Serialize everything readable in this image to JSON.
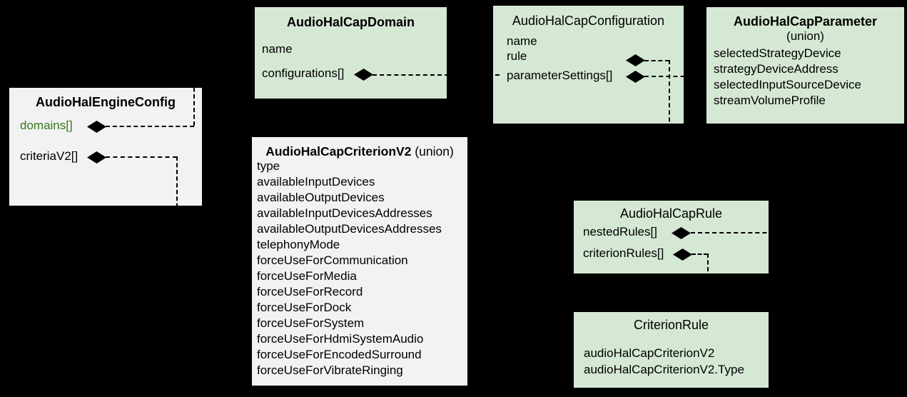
{
  "colors": {
    "background": "#000000",
    "green_box": "#d5e8d4",
    "gray_box": "#f2f2f2",
    "line": "#000000",
    "text": "#000000",
    "green_text": "#38761d"
  },
  "boxes": {
    "engine_config": {
      "title": "AudioHalEngineConfig",
      "fields": [
        "domains[]",
        "criteriaV2[]"
      ]
    },
    "domain": {
      "title": "AudioHalCapDomain",
      "fields": [
        "name",
        "configurations[]"
      ]
    },
    "configuration": {
      "title": "AudioHalCapConfiguration",
      "fields": [
        "name",
        "rule",
        "parameterSettings[]"
      ]
    },
    "parameter": {
      "title": "AudioHalCapParameter",
      "subtitle": "(union)",
      "fields": [
        "selectedStrategyDevice",
        "strategyDeviceAddress",
        "selectedInputSourceDevice",
        "streamVolumeProfile"
      ]
    },
    "criterion_v2": {
      "title": "AudioHalCapCriterionV2",
      "subtitle": "(union)",
      "fields": [
        "type",
        "availableInputDevices",
        "availableOutputDevices",
        "availableInputDevicesAddresses",
        "availableOutputDevicesAddresses",
        "telephonyMode",
        "forceUseForCommunication",
        "forceUseForMedia",
        "forceUseForRecord",
        "forceUseForDock",
        "forceUseForSystem",
        "forceUseForHdmiSystemAudio",
        "forceUseForEncodedSurround",
        "forceUseForVibrateRinging"
      ]
    },
    "rule": {
      "title": "AudioHalCapRule",
      "fields": [
        "nestedRules[]",
        "criterionRules[]"
      ]
    },
    "criterion_rule": {
      "title": "CriterionRule",
      "fields": [
        "audioHalCapCriterionV2",
        "audioHalCapCriterionV2.Type"
      ]
    }
  }
}
